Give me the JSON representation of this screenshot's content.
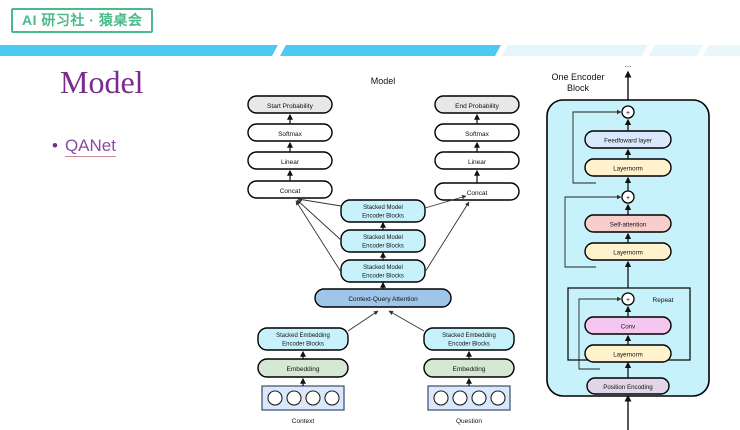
{
  "header": {
    "brand": "AI 研习社 · 猿桌会",
    "brand_color": "#4cb98a",
    "stripe_colors": [
      "#4ec8f5",
      "#4ec8f5",
      "#e8f6fb",
      "#e9f6fb",
      "#edf8fc",
      "#f0f9fd"
    ]
  },
  "slide": {
    "title": "Model",
    "title_color": "#7b2b8e",
    "bullet_marker": "•",
    "bullet_text": "QANet",
    "bullet_color": "#8a4b9e"
  },
  "diagram": {
    "title": "Model",
    "right_panel_title_line1": "One Encoder",
    "right_panel_title_line2": "Block",
    "ellipsis": "...",
    "repeat_label": "Repeat",
    "colors": {
      "gray_fill": "#e8e8e8",
      "white_fill": "#ffffff",
      "cyan_fill": "#c8f2fb",
      "blue_fill": "#9fc5e8",
      "green_fill": "#d5e8d4",
      "token_fill": "#dae8fc",
      "panel_fill": "#c8f2fb",
      "feedforward_fill": "#dae8fc",
      "layernorm_fill": "#fff2cc",
      "selfattention_fill": "#f8cecc",
      "conv_fill": "#f5c7f0",
      "position_fill": "#e1d5e7",
      "stroke": "#000000"
    },
    "left_column": [
      "Start Probability",
      "Softmax",
      "Linear",
      "Concat"
    ],
    "right_column": [
      "End Probability",
      "Softmax",
      "Linear",
      "Concat"
    ],
    "model_encoder_blocks": [
      "Stacked Model",
      "Encoder Blocks"
    ],
    "model_encoder_count": 3,
    "attention_block": "Context-Query Attention",
    "embedding_encoder_line1": "Stacked Embedding",
    "embedding_encoder_line2": "Encoder Blocks",
    "embedding_block": "Embedding",
    "input_labels": [
      "Context",
      "Question"
    ],
    "token_circles_per_input": 4,
    "encoder_block_stack": [
      "Feedfoward layer",
      "Layernorm",
      "Self-attention",
      "Layernorm",
      "Conv",
      "Layernorm",
      "Position Encoding"
    ],
    "add_symbol": "+"
  }
}
